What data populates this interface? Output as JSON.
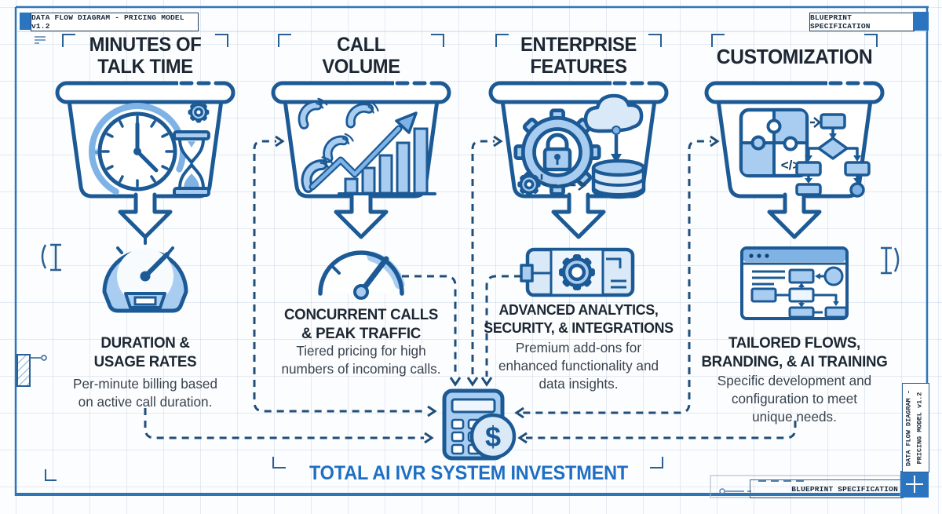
{
  "title_block": {
    "top_left": "DATA FLOW DIAGRAM - PRICING MODEL v1.2",
    "top_right": "BLUEPRINT SPECIFICATION",
    "bottom_right": "BLUEPRINT SPECIFICATION",
    "side_vertical_line1": "DATA FLOW DIAGRAM -",
    "side_vertical_line2": "PRICING MODEL v1.2"
  },
  "columns": [
    {
      "title": "MINUTES OF\nTALK TIME",
      "subtitle": "DURATION &\nUSAGE RATES",
      "description": "Per-minute billing based\non active call duration.",
      "funnel_icons": [
        "clock-icon",
        "waveform-icon",
        "hourglass-icon",
        "gear-icon"
      ],
      "result_icon": "speedometer-gauge-icon"
    },
    {
      "title": "CALL\nVOLUME",
      "subtitle": "CONCURRENT CALLS\n& PEAK TRAFFIC",
      "description": "Tiered pricing for high\nnumbers of incoming calls.",
      "funnel_icons": [
        "phone-handset-icon",
        "rising-bar-chart-icon",
        "growth-arrow-icon"
      ],
      "result_icon": "semicircle-gauge-icon"
    },
    {
      "title": "ENTERPRISE\nFEATURES",
      "subtitle": "ADVANCED ANALYTICS,\nSECURITY, & INTEGRATIONS",
      "description": "Premium add-ons for\nenhanced functionality and\ndata insights.",
      "funnel_icons": [
        "gear-lock-icon",
        "cloud-download-icon",
        "database-icon",
        "small-gear-icon"
      ],
      "result_icon": "integration-card-icon"
    },
    {
      "title": "CUSTOMIZATION",
      "subtitle": "TAILORED FLOWS,\nBRANDING, & AI TRAINING",
      "description": "Specific development and\nconfiguration to meet\nunique needs.",
      "funnel_icons": [
        "puzzle-code-icon",
        "flowchart-icon"
      ],
      "result_icon": "browser-flowchart-icon"
    }
  ],
  "total": {
    "label": "TOTAL AI IVR SYSTEM INVESTMENT",
    "icon": "calculator-dollar-icon"
  },
  "icons": {
    "code_glyph": "</>",
    "dollar_glyph": "$"
  },
  "colors": {
    "accent_blue": "#2470c2",
    "stroke_dark": "#1c5a96",
    "fill_light": "#a9cdf0",
    "fill_lighter": "#d9e9f8",
    "heading_text": "#1d2733",
    "frame_blue": "#2e75b6"
  }
}
